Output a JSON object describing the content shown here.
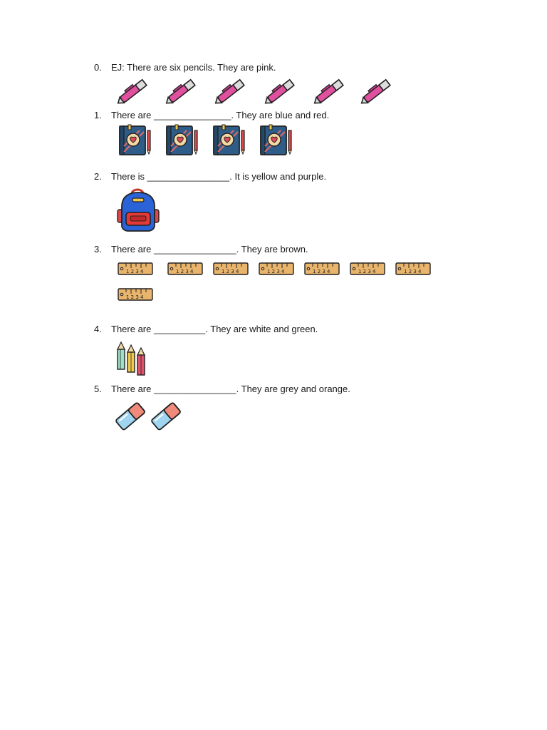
{
  "items": [
    {
      "number": "0.",
      "text": "EJ: There are six pencils. They are pink.",
      "icon": "pen-icon",
      "count": 6
    },
    {
      "number": "1.",
      "text": "There are _______________. They are blue and red.",
      "icon": "notebook-icon",
      "count": 4
    },
    {
      "number": "2.",
      "text": "There is ________________. It is yellow and purple.",
      "icon": "backpack-icon",
      "count": 1
    },
    {
      "number": "3.",
      "text": "There are ________________. They are brown.",
      "icon": "ruler-icon",
      "count": 8
    },
    {
      "number": "4.",
      "text": "There are __________. They are white and green.",
      "icon": "colored-pencils-icon",
      "count": 1
    },
    {
      "number": "5.",
      "text": "There are ________________. They are grey and orange.",
      "icon": "eraser-icon",
      "count": 2
    }
  ],
  "colors": {
    "pen_body": "#e0509e",
    "notebook_cover": "#2f5d8a",
    "backpack": "#2a62d8",
    "ruler": "#e9b56c",
    "eraser_blue": "#9fd5f0",
    "eraser_red": "#f08a7a"
  }
}
